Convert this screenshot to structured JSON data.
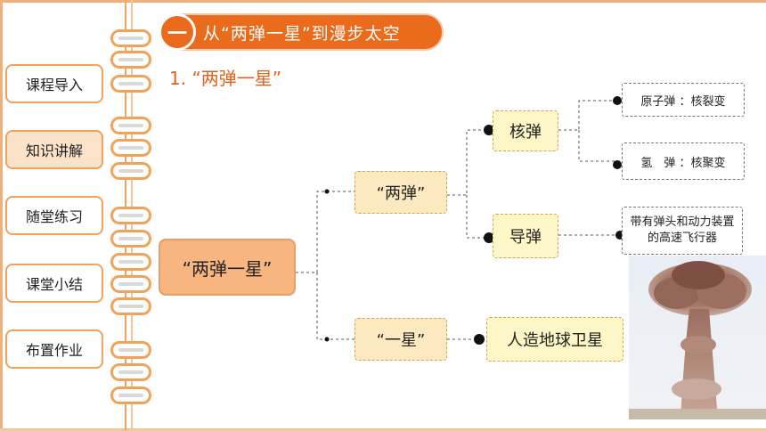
{
  "nav": {
    "items": [
      {
        "label": "课程导入",
        "active": false
      },
      {
        "label": "知识讲解",
        "active": true
      },
      {
        "label": "随堂练习",
        "active": false
      },
      {
        "label": "课堂小结",
        "active": false
      },
      {
        "label": "布置作业",
        "active": false
      }
    ]
  },
  "header": {
    "number": "一",
    "title": "从“两弹一星”到漫步太空"
  },
  "section": {
    "subtitle": "1. “两弹一星”"
  },
  "mindmap": {
    "root": "“两弹一星”",
    "liangdan": "“两弹”",
    "yixing": "“一星”",
    "hedan": "核弹",
    "daodan": "导弹",
    "satellite": "人造地球卫星",
    "atomic_bomb": "原子弹 ：核裂变",
    "hydrogen_bomb": "氢　弹 ：核聚变",
    "missile_def": "带有弹头和动力装置的高速飞行器"
  },
  "colors": {
    "accent": "#ea6b1c",
    "nav_border": "#f0a35a"
  }
}
